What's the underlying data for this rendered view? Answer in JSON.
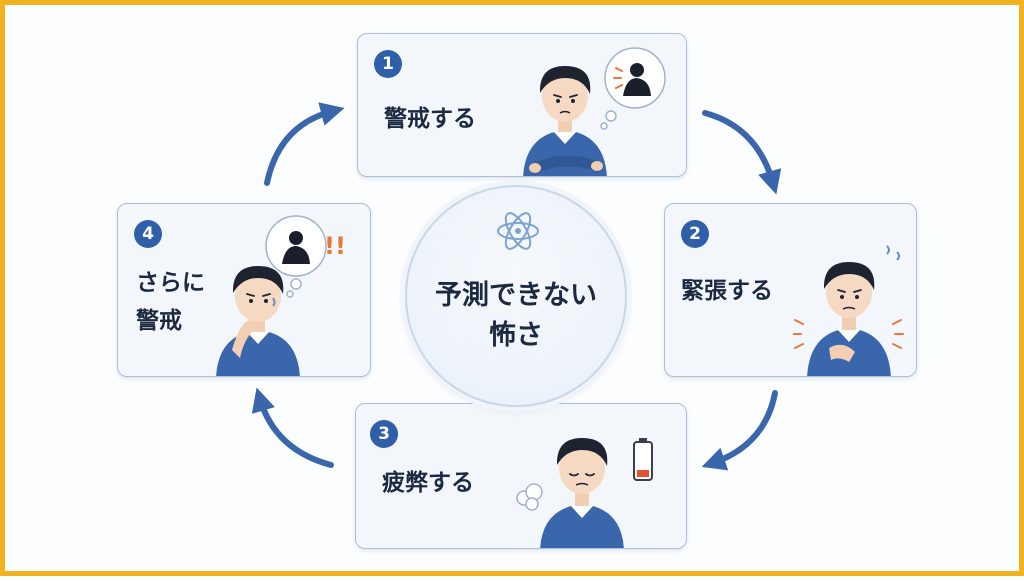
{
  "center": {
    "line1": "予測できない",
    "line2": "怖さ"
  },
  "steps": [
    {
      "number": "1",
      "label": "警戒する"
    },
    {
      "number": "2",
      "label": "緊張する"
    },
    {
      "number": "3",
      "label": "疲弊する"
    },
    {
      "number": "4",
      "line1": "さらに",
      "line2": "警戒"
    }
  ],
  "exclamation": "!!",
  "colors": {
    "frame": "#f0b21e",
    "accent": "#2e5fa8",
    "card_bg": "#f3f7fc",
    "shirt": "#3a67ab",
    "text": "#1c2940"
  }
}
